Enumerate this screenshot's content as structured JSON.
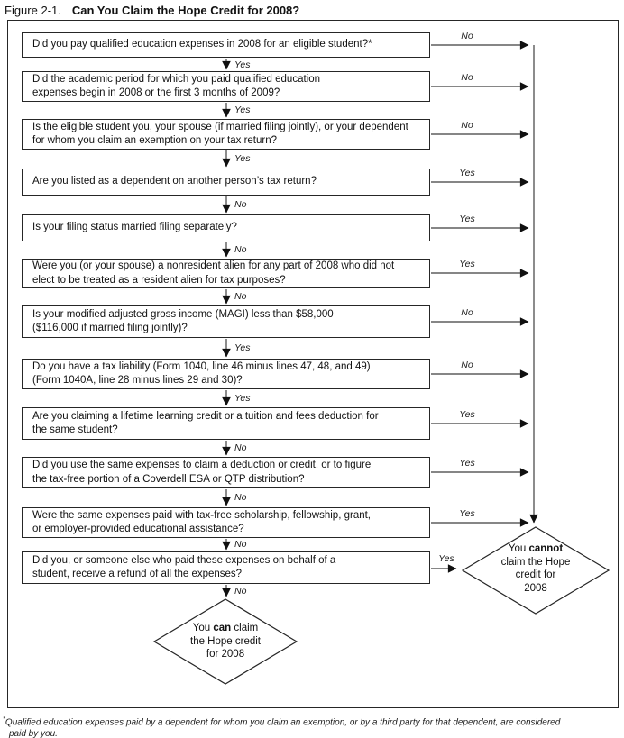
{
  "figure": {
    "label": "Figure 2-1.",
    "title": "Can You Claim the Hope Credit for 2008?"
  },
  "flowchart": {
    "steps": [
      {
        "question": "Did you pay qualified education expenses in 2008 for an eligible student?*",
        "side_label": "No",
        "down_label": "Yes"
      },
      {
        "question": "Did the academic period for which you paid qualified education expenses begin in 2008 or the first 3 months of 2009?",
        "side_label": "No",
        "down_label": "Yes"
      },
      {
        "question": "Is the eligible student you, your spouse (if married filing jointly), or your dependent for whom you claim an exemption on your tax return?",
        "side_label": "No",
        "down_label": "Yes"
      },
      {
        "question": "Are you listed as a dependent on another person’s tax return?",
        "side_label": "Yes",
        "down_label": "No"
      },
      {
        "question": "Is your filing status married filing separately?",
        "side_label": "Yes",
        "down_label": "No"
      },
      {
        "question": "Were you (or your spouse) a nonresident alien for any part of 2008 who did not elect to be treated as a resident alien for tax purposes?",
        "side_label": "Yes",
        "down_label": "No"
      },
      {
        "question": "Is your modified adjusted gross income (MAGI) less than $58,000 ($116,000 if married filing jointly)?",
        "side_label": "No",
        "down_label": "Yes"
      },
      {
        "question": "Do you have a tax liability (Form 1040, line 46 minus lines 47, 48, and 49) (Form 1040A, line 28 minus lines 29 and 30)?",
        "side_label": "No",
        "down_label": "Yes"
      },
      {
        "question": "Are you claiming a lifetime learning credit or a tuition and fees deduction for the same student?",
        "side_label": "Yes",
        "down_label": "No"
      },
      {
        "question": "Did you use the same expenses to claim a deduction or credit, or to figure the tax-free portion of a Coverdell ESA or QTP distribution?",
        "side_label": "Yes",
        "down_label": "No"
      },
      {
        "question": "Were the same expenses paid with tax-free scholarship, fellowship, grant, or employer-provided educational assistance?",
        "side_label": "Yes",
        "down_label": "No"
      },
      {
        "question": "Did you, or someone else who paid these expenses on behalf of a student, receive a refund of all the expenses?",
        "side_label": "Yes",
        "down_label": "No"
      }
    ],
    "outcome_cannot": {
      "line1_pre": "You ",
      "line1_bold": "cannot",
      "line2": "claim the Hope",
      "line3": "credit for",
      "line4": "2008"
    },
    "outcome_can": {
      "line1_pre": "You ",
      "line1_bold": "can",
      "line1_post": " claim",
      "line2": "the Hope credit",
      "line3": "for 2008"
    }
  },
  "footnote": {
    "star": "*",
    "line1": "Qualified education expenses paid by a dependent for whom you claim an exemption, or by a third party for that dependent, are considered",
    "line2": "paid by you."
  },
  "colors": {
    "line": "#3f3f3f",
    "border": "#262626",
    "text": "#111111",
    "background": "#ffffff"
  }
}
